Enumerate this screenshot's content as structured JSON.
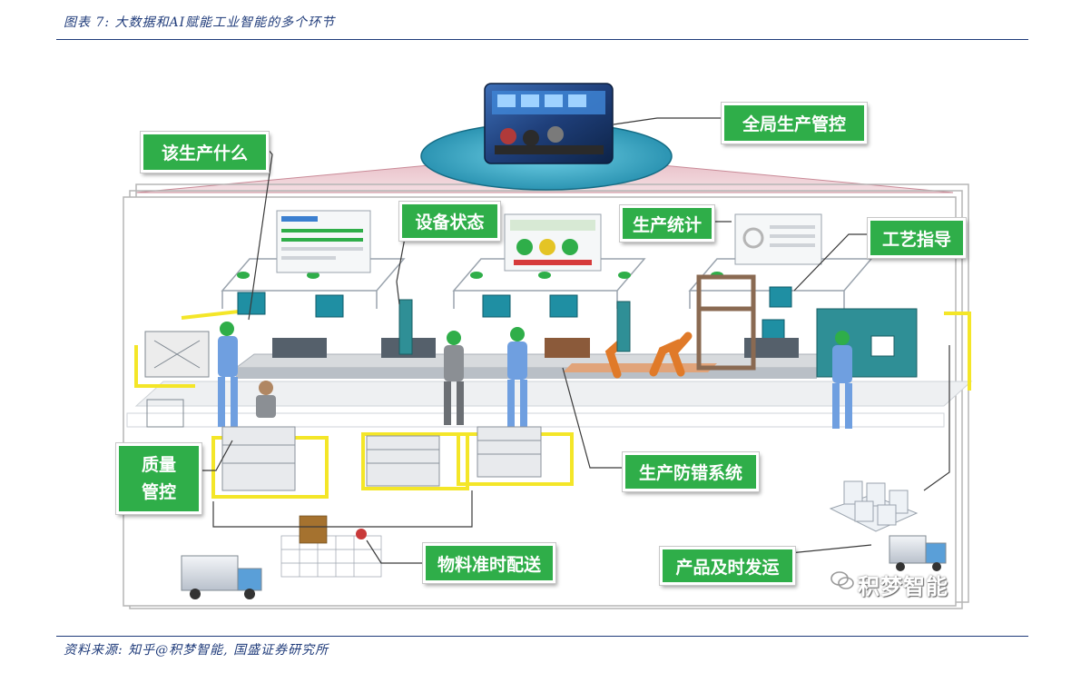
{
  "header": {
    "figure_title": "图表 7:  大数据和AI赋能工业智能的多个环节"
  },
  "footer": {
    "source": "资料来源:  知乎@积梦智能,  国盛证券研究所"
  },
  "labels": {
    "global_control": "全局生产管控",
    "what_to_produce": "该生产什么",
    "equipment_status": "设备状态",
    "production_stats": "生产统计",
    "process_guidance": "工艺指导",
    "quality_control_line1": "质量",
    "quality_control_line2": "管控",
    "error_proofing": "生产防错系统",
    "material_delivery": "物料准时配送",
    "product_shipping": "产品及时发运"
  },
  "watermark": {
    "text": "积梦智能",
    "logo_icon": "wechat-style-logo-icon"
  },
  "colors": {
    "label_green": "#2fae49",
    "rule_blue": "#1f3b7a",
    "highlight_yellow": "#f4e628",
    "worker_blue": "#6f9fe0",
    "machine_teal": "#2f8f96"
  }
}
